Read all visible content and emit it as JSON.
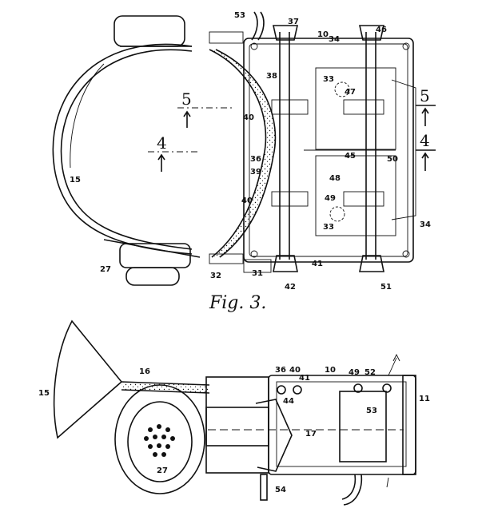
{
  "figure_label": "Fig. 3.",
  "section_marks": [
    {
      "id": "5",
      "label": "5"
    },
    {
      "id": "4",
      "label": "4"
    }
  ],
  "top_view": {
    "refs": {
      "r53": "53",
      "r37": "37",
      "r10": "10",
      "r34a": "34",
      "r46": "46",
      "r38": "38",
      "r33a": "33",
      "r47": "47",
      "r40a": "40",
      "r36": "36",
      "r45": "45",
      "r50": "50",
      "r39": "39",
      "r48": "48",
      "r40b": "40",
      "r49": "49",
      "r15": "15",
      "r33b": "33",
      "r34b": "34",
      "r41": "41",
      "r27": "27",
      "r32": "32",
      "r31": "31",
      "r42": "42",
      "r51": "51"
    }
  },
  "side_view": {
    "refs": {
      "r15": "15",
      "r16": "16",
      "r36": "36",
      "r40": "40",
      "r41": "41",
      "r10": "10",
      "r49": "49",
      "r52": "52",
      "r11": "11",
      "r44": "44",
      "r53": "53",
      "r17": "17",
      "r27": "27",
      "r54": "54"
    }
  }
}
